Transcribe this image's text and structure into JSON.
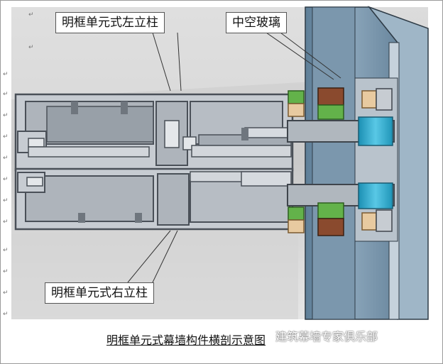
{
  "callouts": {
    "left_mullion": "明框单元式左立柱",
    "insulated_glass": "中空玻璃",
    "right_mullion": "明框单元式右立柱"
  },
  "caption": "明框单元式幕墙构件横剖示意图",
  "watermark": "建筑幕墙专家俱乐部",
  "colors": {
    "aluminum_fill": "#c7ccd2",
    "aluminum_dark": "#5a6068",
    "glass_blue": "#6f8fa6",
    "gasket_green": "#63b24a",
    "spacer_brown": "#8a4a2e",
    "seal_tan": "#e8caa0",
    "accent_cyan": "#2aa7c9"
  }
}
